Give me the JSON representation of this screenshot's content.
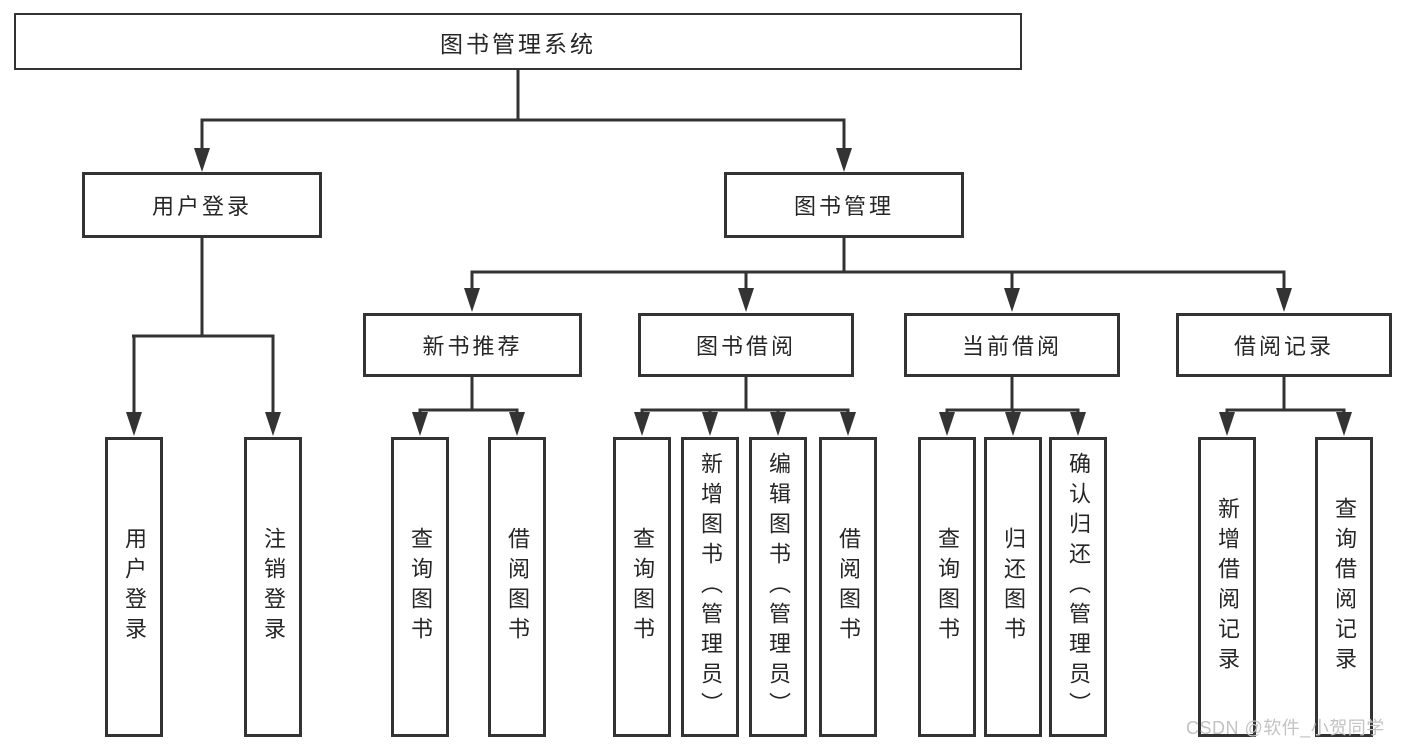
{
  "diagram": {
    "root": {
      "label": "图书管理系统"
    },
    "level1": {
      "user_login": {
        "label": "用户登录"
      },
      "book_mgmt": {
        "label": "图书管理"
      }
    },
    "level2": {
      "new_books": {
        "label": "新书推荐"
      },
      "book_borrow": {
        "label": "图书借阅"
      },
      "current_borrow": {
        "label": "当前借阅"
      },
      "borrow_records": {
        "label": "借阅记录"
      }
    },
    "leaves": {
      "user_login": [
        "用户登录",
        "注销登录"
      ],
      "new_books": [
        "查询图书",
        "借阅图书"
      ],
      "book_borrow": [
        "查询图书",
        "新增图书（管理员）",
        "编辑图书（管理员）",
        "借阅图书"
      ],
      "current_borrow": [
        "查询图书",
        "归还图书",
        "确认归还（管理员）"
      ],
      "borrow_records": [
        "新增借阅记录",
        "查询借阅记录"
      ]
    },
    "watermark": "CSDN @软件_小贺同学",
    "colors": {
      "line": "#333333",
      "box_border": "#333333",
      "text": "#262626",
      "watermark": "#c3c3c3",
      "background": "#ffffff"
    }
  }
}
